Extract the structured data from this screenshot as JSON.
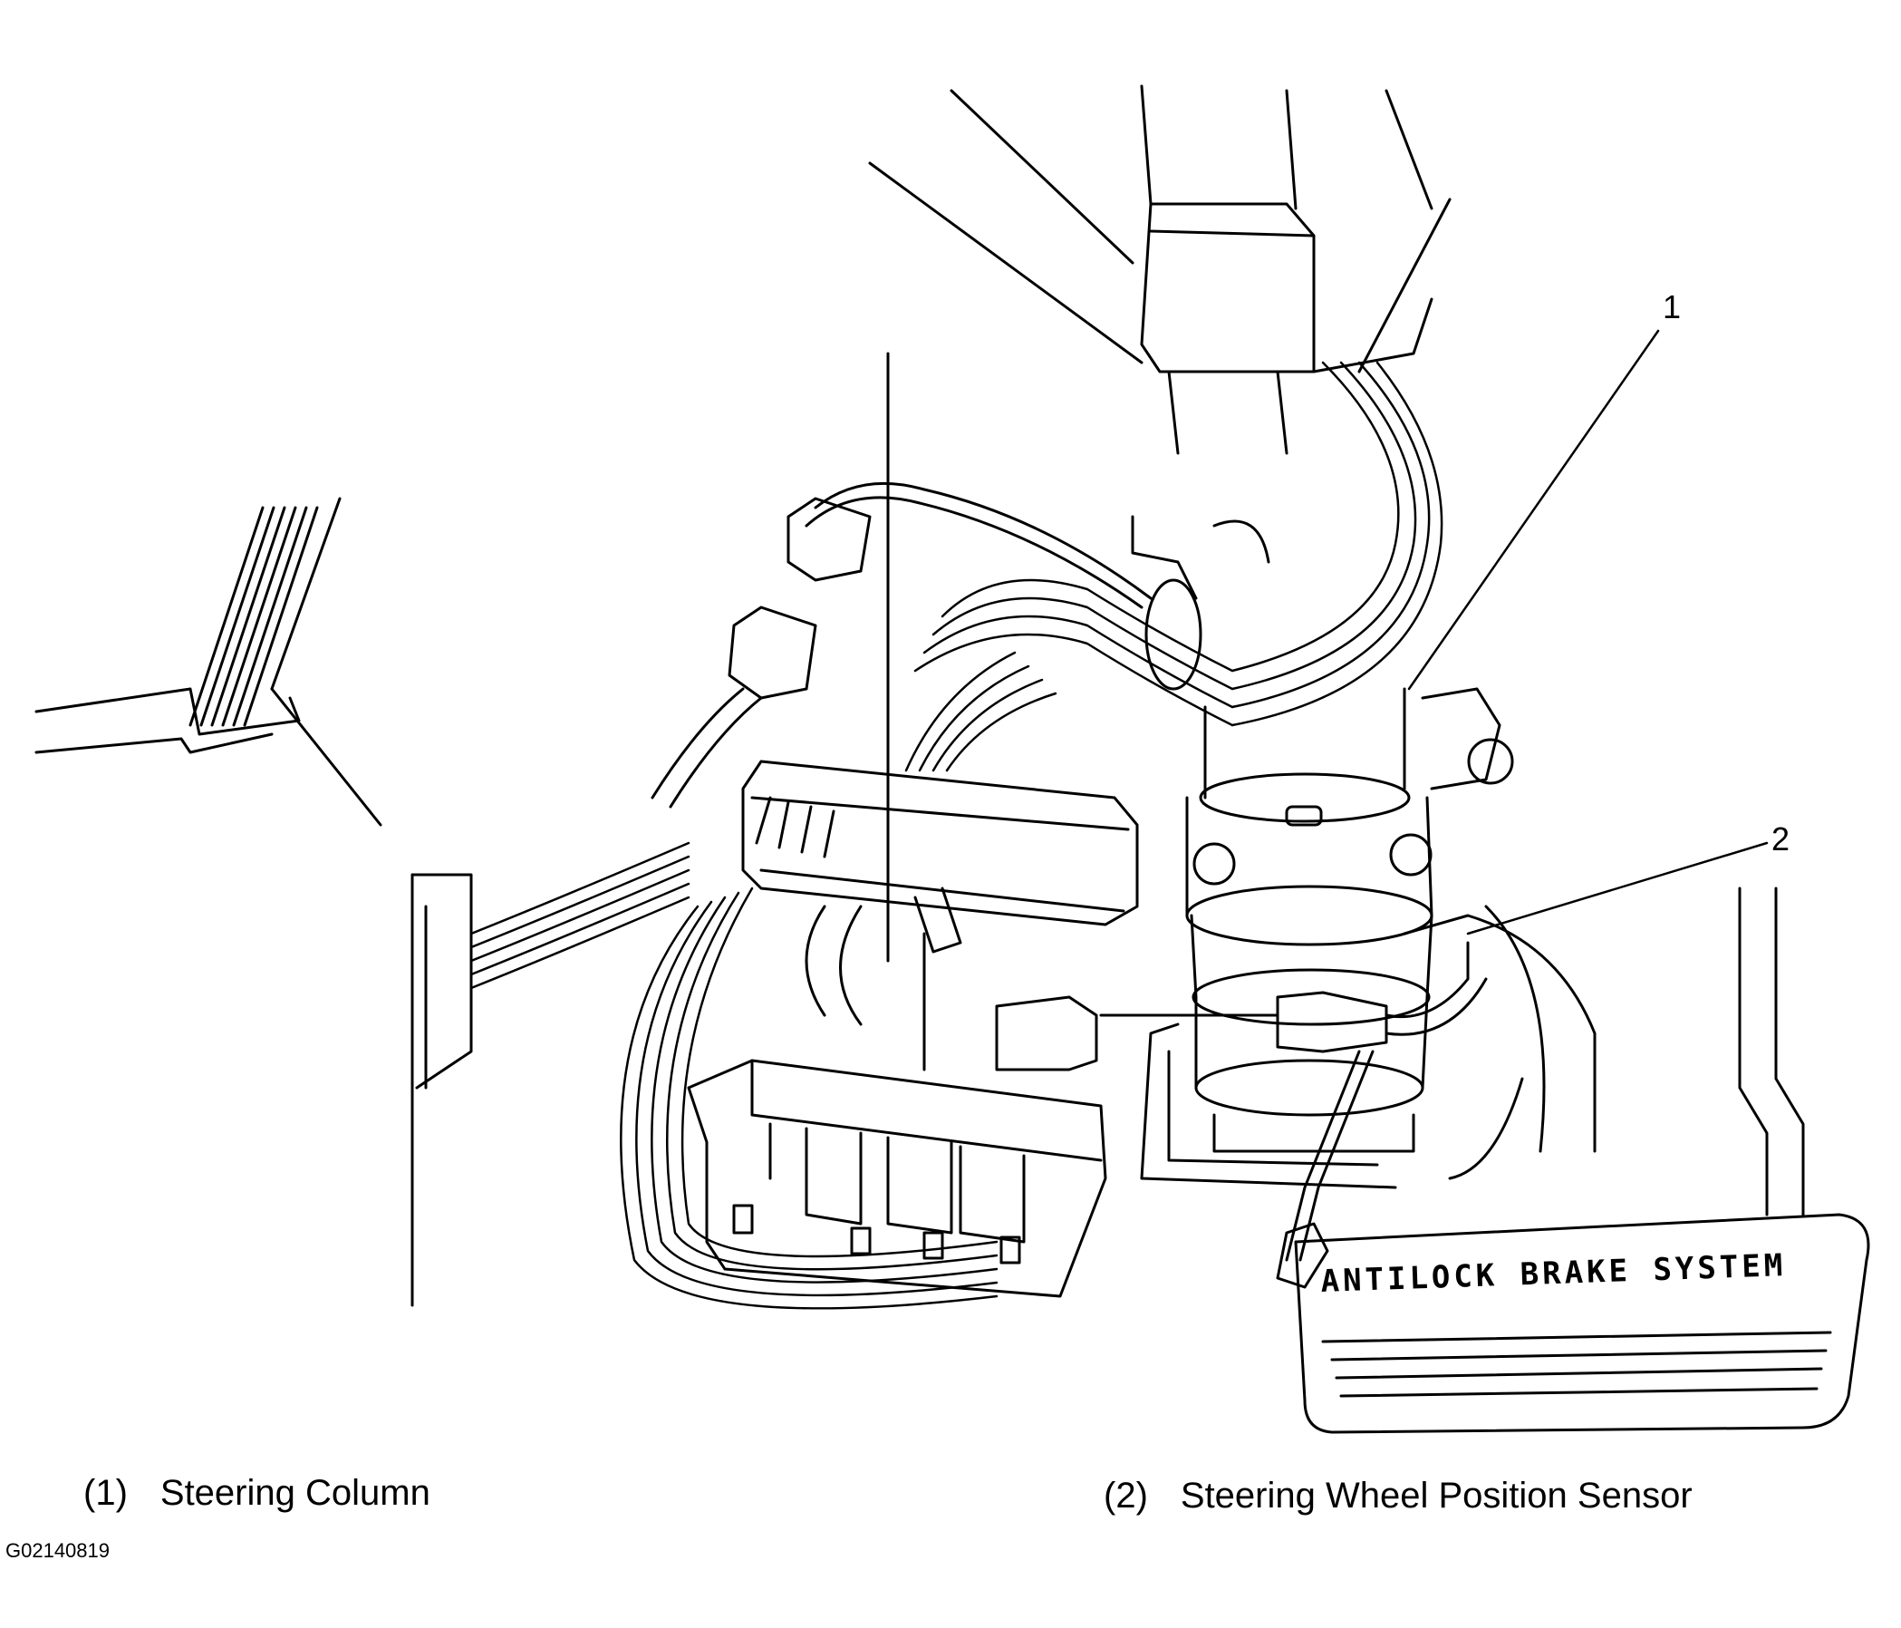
{
  "callouts": [
    {
      "number": "1",
      "label": "(1)",
      "name": "Steering Column"
    },
    {
      "number": "2",
      "label": "(2)",
      "name": "Steering Wheel Position Sensor"
    }
  ],
  "pedal_label": "ANTILOCK BRAKE SYSTEM",
  "figure_id": "G02140819",
  "colors": {
    "line": "#000000",
    "background": "#ffffff"
  }
}
